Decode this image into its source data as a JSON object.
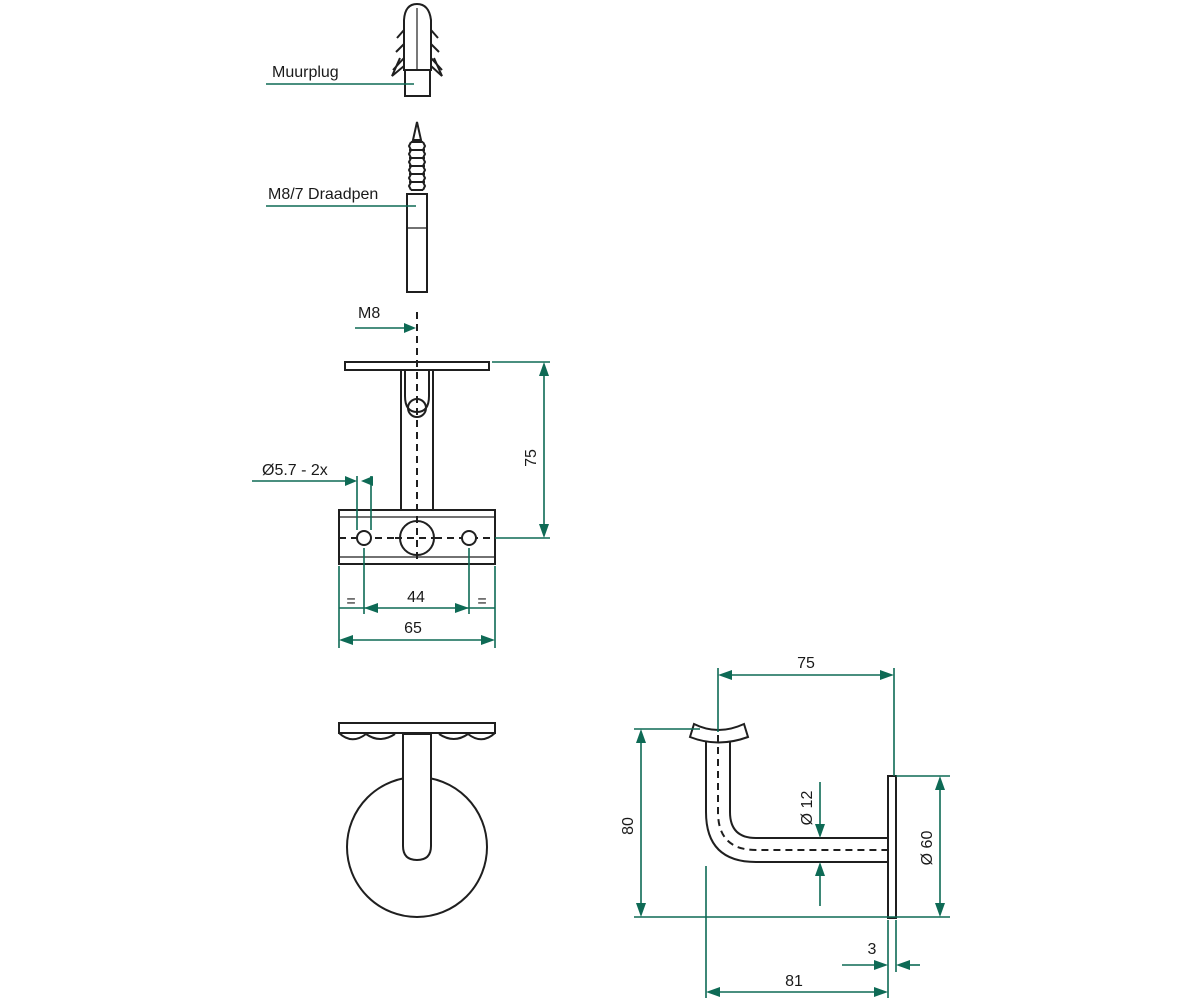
{
  "labels": {
    "wall_plug": "Muurplug",
    "threaded_pin": "M8/7 Draadpen",
    "thread_size": "M8",
    "hole_spec": "Ø5.7 - 2x",
    "height_front": "75",
    "hole_spacing": "44",
    "equal_left": "=",
    "equal_right": "=",
    "base_width": "65",
    "arm_reach": "75",
    "total_height": "80",
    "tube_diameter": "Ø 12",
    "rosette_diameter": "Ø 60",
    "rosette_thickness": "3",
    "total_depth": "81"
  },
  "colors": {
    "line": "#1f1f1f",
    "dimension": "#0e6a55",
    "background": "#ffffff"
  }
}
